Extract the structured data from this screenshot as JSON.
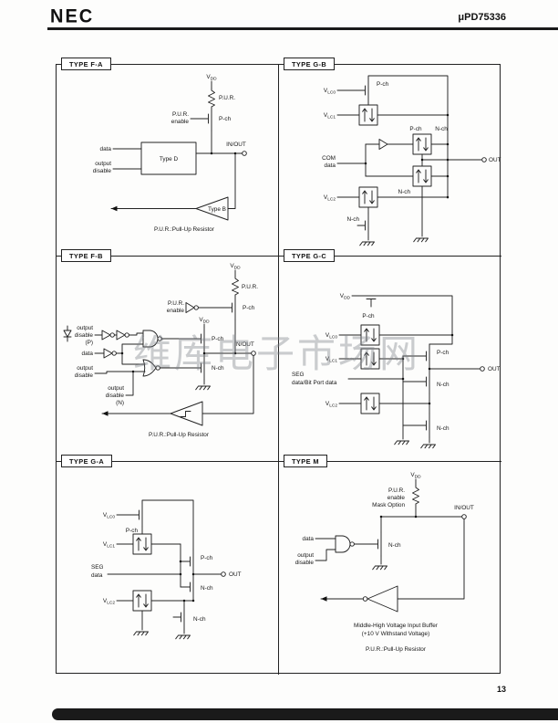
{
  "header": {
    "brand": "NEC",
    "part": "μPD75336"
  },
  "footer": {
    "page_number": "13"
  },
  "watermark": "维库电子市场网",
  "labels": {
    "v": "V",
    "dd": "DD",
    "lc0": "LC0",
    "lc1": "LC1",
    "lc2": "LC2",
    "pch": "P-ch",
    "nch": "N-ch",
    "out": "OUT",
    "inout": "IN/OUT",
    "pur": "P.U.R.",
    "enable": "enable",
    "data": "data",
    "output": "output",
    "disable": "disable",
    "com": "COM",
    "seg": "SEG",
    "pur_caption": "P.U.R.:Pull-Up Resistor"
  },
  "panels": {
    "fa": {
      "title": "TYPE F-A",
      "type_d": "Type D",
      "type_b": "Type B"
    },
    "gb": {
      "title": "TYPE G-B"
    },
    "fb": {
      "title": "TYPE F-B",
      "p_suffix": "(P)",
      "n_suffix": "(N)"
    },
    "gc": {
      "title": "TYPE G-C",
      "data_line": "data/Bit Port data"
    },
    "ga": {
      "title": "TYPE G-A"
    },
    "m": {
      "title": "TYPE M",
      "mask_option": "Mask Option",
      "buffer_caption_1": "Middle-High Voltage Input Buffer",
      "buffer_caption_2": "(+10 V Withstand Voltage)"
    }
  }
}
